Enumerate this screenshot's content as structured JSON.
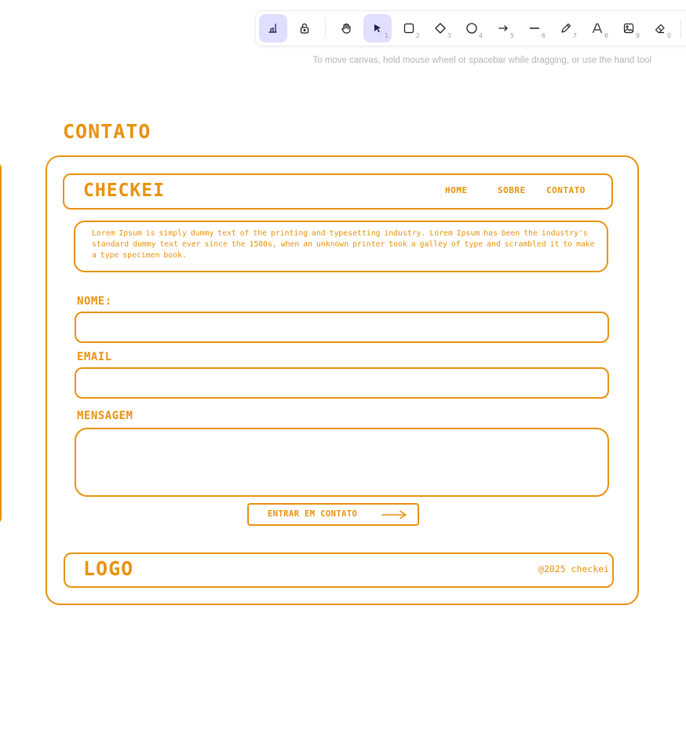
{
  "toolbar": {
    "tools": [
      {
        "name": "keep-selected-tool",
        "key": ""
      },
      {
        "name": "lock",
        "key": ""
      },
      {
        "name": "hand",
        "key": ""
      },
      {
        "name": "selection",
        "key": "1"
      },
      {
        "name": "rectangle",
        "key": "2"
      },
      {
        "name": "diamond",
        "key": "3"
      },
      {
        "name": "ellipse",
        "key": "4"
      },
      {
        "name": "arrow",
        "key": "5"
      },
      {
        "name": "line",
        "key": "6"
      },
      {
        "name": "draw",
        "key": "7"
      },
      {
        "name": "text",
        "key": "8"
      },
      {
        "name": "image",
        "key": "9"
      },
      {
        "name": "eraser",
        "key": "0"
      }
    ],
    "hint": "To move canvas, hold mouse wheel or spacebar while dragging, or use the hand tool",
    "active_color": "#e0dfff"
  },
  "sketch": {
    "color": "#e8920f",
    "page_title": "CONTATO",
    "brand": "CHECKEI",
    "nav": [
      "HOME",
      "SOBRE",
      "CONTATO"
    ],
    "intro": "Lorem Ipsum is simply dummy text of the printing and typesetting industry. Lorem Ipsum has been the industry's standard dummy text ever since the 1500s, when an unknown printer took a galley of type and scrambled it to make a type specimen book.",
    "fields": {
      "name_label": "NOME:",
      "email_label": "EMAIL",
      "message_label": "MENSAGEM"
    },
    "cta": "ENTRAR EM CONTATO",
    "footer": {
      "logo": "LOGO",
      "copyright": "@2025 checkei"
    }
  }
}
